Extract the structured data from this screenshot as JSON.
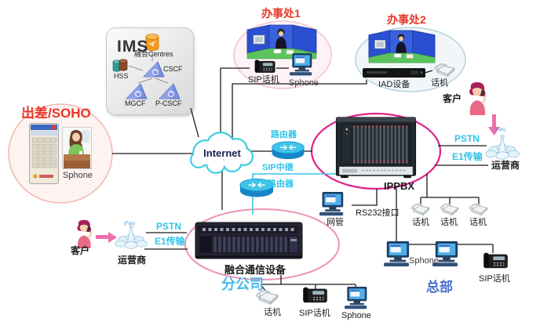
{
  "nodes": {
    "ims": {
      "title": "IMS",
      "fusion_centres": "融合Centres",
      "hss": "HSS",
      "cscf": "CSCF",
      "mgcf": "MGCF",
      "pcscf": "P-CSCF"
    },
    "office1": {
      "title": "办事处1",
      "sip_phone": "SIP话机",
      "sphone": "Sphone"
    },
    "office2": {
      "title": "办事处2",
      "iad": "IAD设备",
      "phone": "话机"
    },
    "soho": {
      "title": "出差/SOHO",
      "sphone": "Sphone"
    },
    "internet": {
      "label": "Internet"
    },
    "routers": {
      "top": "路由器",
      "bottom": "路由器",
      "sip_trunk": "SIP中继"
    },
    "ippbx": {
      "label": "IPPBX"
    },
    "management": {
      "nms": "网管",
      "rs232": "RS232接口"
    },
    "carrier_right": {
      "customer": "客户",
      "pstn": "PSTN",
      "e1": "E1传输",
      "carrier": "运营商",
      "fax": "(Fax)"
    },
    "carrier_left": {
      "customer": "客户",
      "pstn": "PSTN",
      "e1": "E1传输",
      "carrier": "运营商",
      "fax": "(Fax)"
    },
    "branch": {
      "device": "融合通信设备",
      "title": "分公司",
      "phone": "话机",
      "sip_phone": "SIP话机",
      "sphone": "Sphone"
    },
    "hq": {
      "title": "总部",
      "phones": [
        "话机",
        "话机",
        "话机"
      ],
      "sphone": "Sphone",
      "sip_phone": "SIP话机"
    }
  },
  "colors": {
    "red_label": "#e8382a",
    "cyan_label": "#2ec5e8",
    "branch_title": "#46b9e8",
    "hq_title": "#4a70ca",
    "oval_magenta": "#e0218a",
    "oval_pink": "#ef94b4",
    "line": "#1a1a1a"
  }
}
